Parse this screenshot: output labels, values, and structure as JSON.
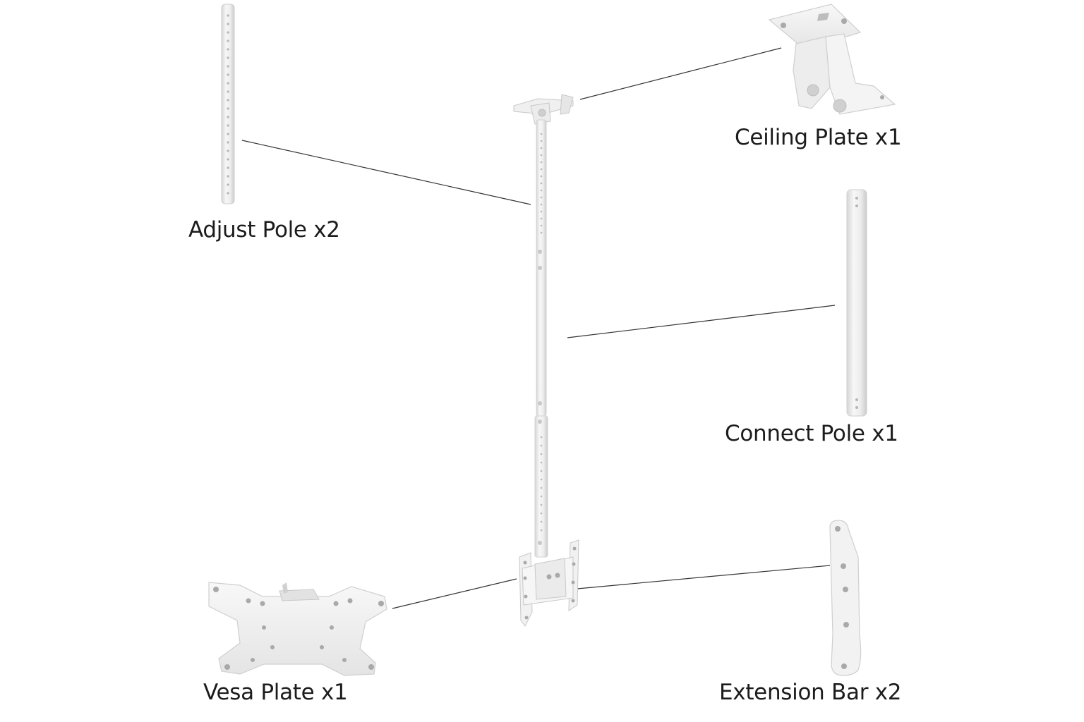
{
  "labels": {
    "adjust_pole": "Adjust Pole x2",
    "ceiling_plate": "Ceiling Plate x1",
    "connect_pole": "Connect Pole x1",
    "vesa_plate": "Vesa Plate x1",
    "extension_bar": "Extension Bar x2"
  },
  "colors": {
    "background": "#ffffff",
    "part_fill": "#f1f1f1",
    "part_outline": "#cfcfcf",
    "hole": "#a9a9a9",
    "leader_line": "#333333",
    "text": "#1c1c1c"
  }
}
